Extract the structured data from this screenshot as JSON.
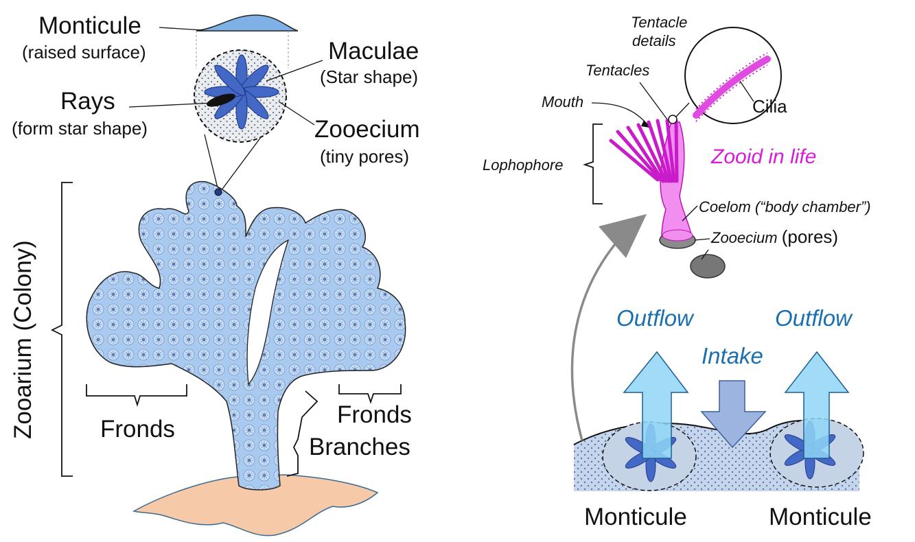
{
  "left": {
    "monticule_title": "Monticule",
    "monticule_sub": "(raised surface)",
    "maculae_title": "Maculae",
    "maculae_sub": "(Star shape)",
    "rays_title": "Rays",
    "rays_sub": "(form star shape)",
    "zooecium_title": "Zooecium",
    "zooecium_sub": "(tiny pores)",
    "zoarium": "Zooarium (Colony)",
    "fronds_left": "Fronds",
    "fronds_right": "Fronds",
    "branches": "Branches"
  },
  "right": {
    "tentacle_details_1": "Tentacle",
    "tentacle_details_2": "details",
    "tentacles": "Tentacles",
    "cilia": "Cilia",
    "mouth": "Mouth",
    "lophophore": "Lophophore",
    "zooid_in_life": "Zooid in life",
    "coelom": "Coelom (“body chamber”)",
    "zooecium_pores_a": "Zooecium",
    "zooecium_pores_b": "(pores)",
    "outflow_left": "Outflow",
    "outflow_right": "Outflow",
    "intake": "Intake",
    "monticule_left": "Monticule",
    "monticule_right": "Monticule"
  },
  "colors": {
    "colony_blue": "#9dc3ea",
    "maculae_blue": "#3f67c4",
    "flow_text_blue": "#1a6fb0",
    "outflow_arrow": "#8fd6f7",
    "intake_arrow": "#9db4e0",
    "zooid_pink": "#d81bd8",
    "substrate": "#f6c9a8",
    "sediment": "#c3d5ef"
  }
}
